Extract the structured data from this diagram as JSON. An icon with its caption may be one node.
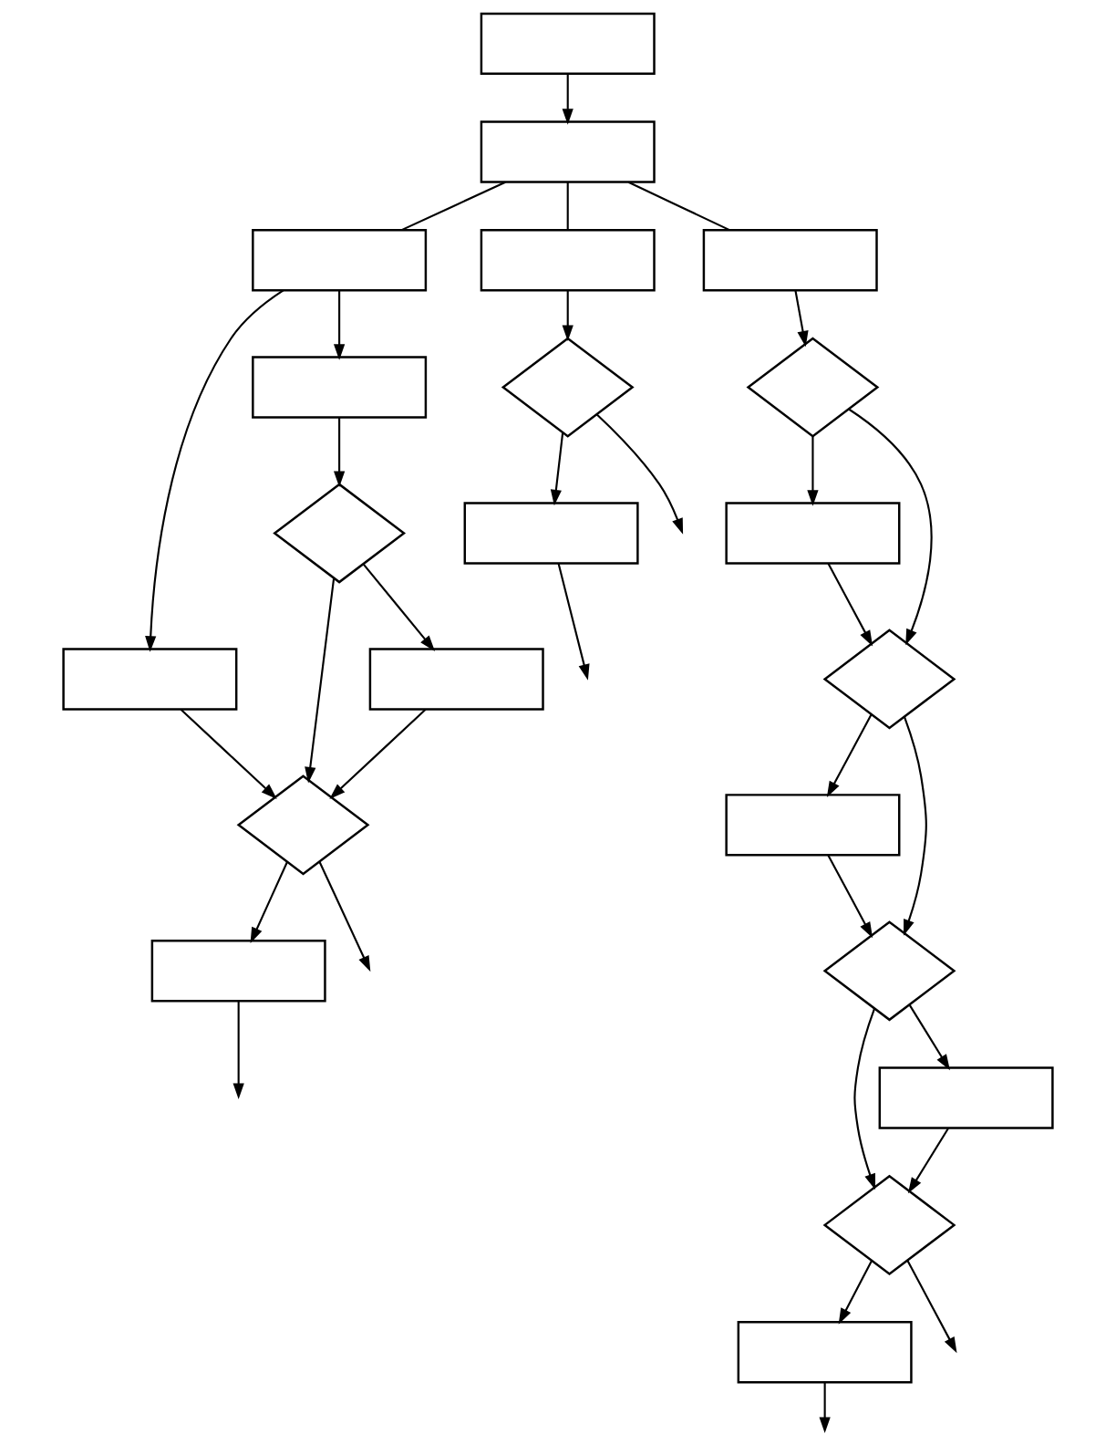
{
  "diagram": {
    "nodes": [
      {
        "text": [],
        "shape": "box"
      },
      {
        "text": [],
        "shape": "box"
      },
      {
        "text": [],
        "shape": "box"
      },
      {
        "text": [],
        "shape": "box"
      },
      {
        "text": [],
        "shape": "box"
      },
      {
        "text": [],
        "shape": "box"
      },
      {
        "text": [],
        "shape": "box"
      },
      {
        "text": [],
        "shape": "diamond"
      },
      {
        "text": [],
        "shape": "diamond"
      },
      {
        "text": [],
        "shape": "diamond"
      },
      {
        "text": [],
        "shape": "box"
      },
      {
        "text": [],
        "shape": "diamond"
      },
      {
        "text": [],
        "shape": "box"
      },
      {
        "text": [],
        "shape": "diamond"
      },
      {
        "text": [],
        "shape": "box"
      },
      {
        "text": [],
        "shape": "box"
      },
      {
        "text": [],
        "shape": "box"
      },
      {
        "text": [],
        "shape": "diamond"
      },
      {
        "text": [],
        "shape": "diamond"
      },
      {
        "text": [],
        "shape": "box"
      },
      {
        "text": [],
        "shape": "box"
      }
    ],
    "edges": [
      {
        "from": 0,
        "to": 1,
        "arrow": "to"
      },
      {
        "from": 1,
        "to": 2,
        "arrow": "none"
      },
      {
        "from": 1,
        "to": 3,
        "arrow": "none"
      },
      {
        "from": 1,
        "to": 4,
        "arrow": "none"
      },
      {
        "from": 2,
        "to": 5,
        "arrow": "to"
      },
      {
        "from": 2,
        "to": 6,
        "arrow": "to"
      },
      {
        "from": 3,
        "to": 7,
        "arrow": "to"
      },
      {
        "from": 4,
        "to": 8,
        "arrow": "to"
      },
      {
        "from": 5,
        "to": 11,
        "arrow": "to"
      },
      {
        "from": 6,
        "to": 9,
        "arrow": "to"
      },
      {
        "from": 7,
        "to": 12,
        "arrow": "to"
      },
      {
        "from": 7,
        "to": null,
        "arrow": "to"
      },
      {
        "from": 12,
        "to": null,
        "arrow": "to"
      },
      {
        "from": 8,
        "to": 10,
        "arrow": "to"
      },
      {
        "from": 8,
        "to": 13,
        "arrow": "to"
      },
      {
        "from": 9,
        "to": 14,
        "arrow": "to"
      },
      {
        "from": 9,
        "to": 11,
        "arrow": "to"
      },
      {
        "from": 14,
        "to": 11,
        "arrow": "to"
      },
      {
        "from": 10,
        "to": 13,
        "arrow": "to"
      },
      {
        "from": 11,
        "to": 15,
        "arrow": "to"
      },
      {
        "from": 11,
        "to": null,
        "arrow": "to"
      },
      {
        "from": 15,
        "to": null,
        "arrow": "to"
      },
      {
        "from": 13,
        "to": 16,
        "arrow": "to"
      },
      {
        "from": 13,
        "to": 17,
        "arrow": "to"
      },
      {
        "from": 16,
        "to": 17,
        "arrow": "to"
      },
      {
        "from": 17,
        "to": 19,
        "arrow": "to"
      },
      {
        "from": 17,
        "to": 18,
        "arrow": "to"
      },
      {
        "from": 19,
        "to": 18,
        "arrow": "to"
      },
      {
        "from": 18,
        "to": 20,
        "arrow": "to"
      },
      {
        "from": 18,
        "to": null,
        "arrow": "to"
      },
      {
        "from": 20,
        "to": null,
        "arrow": "to"
      }
    ]
  }
}
